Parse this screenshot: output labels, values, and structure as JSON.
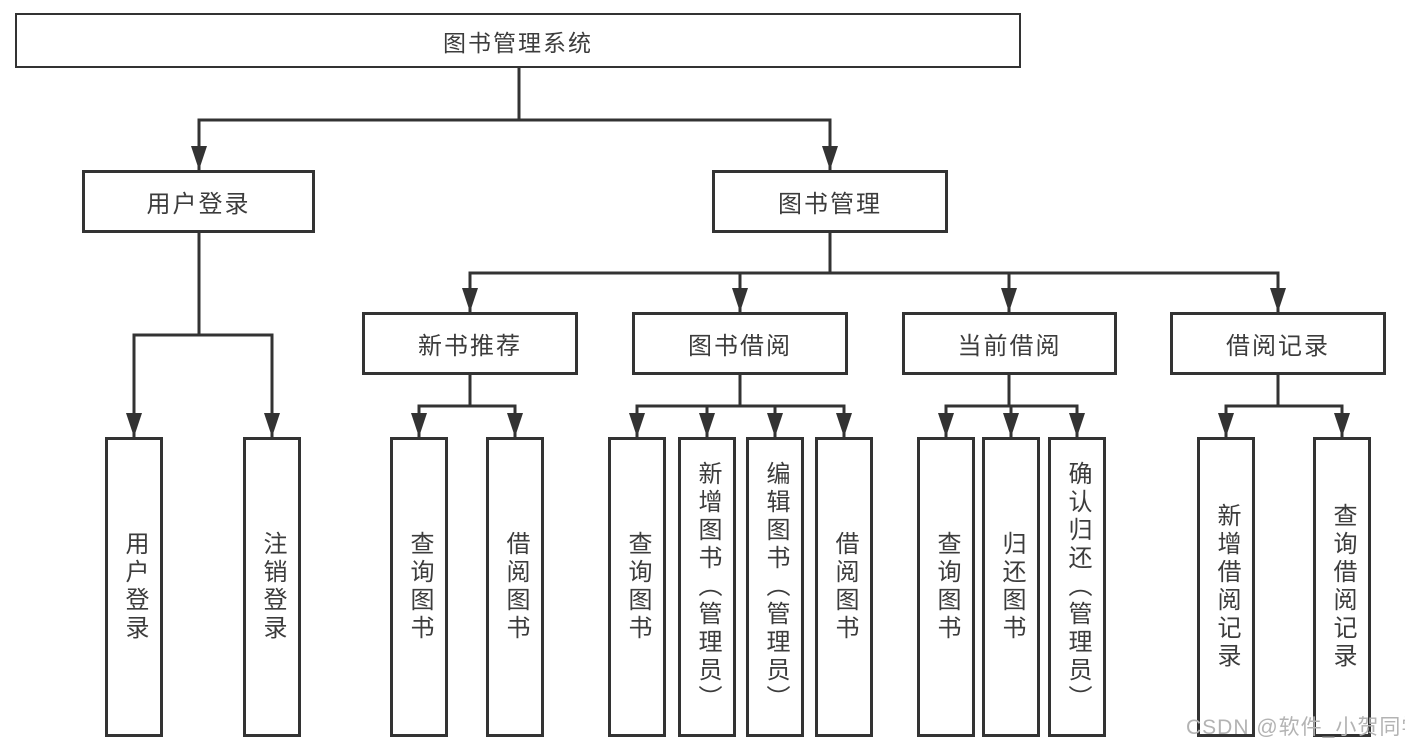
{
  "tree": {
    "label": "图书管理系统",
    "children": [
      {
        "label": "用户登录",
        "children": [
          {
            "label": "用户登录"
          },
          {
            "label": "注销登录"
          }
        ]
      },
      {
        "label": "图书管理",
        "children": [
          {
            "label": "新书推荐",
            "children": [
              {
                "label": "查询图书"
              },
              {
                "label": "借阅图书"
              }
            ]
          },
          {
            "label": "图书借阅",
            "children": [
              {
                "label": "查询图书"
              },
              {
                "label": "新增图书（管理员）"
              },
              {
                "label": "编辑图书（管理员）"
              },
              {
                "label": "借阅图书"
              }
            ]
          },
          {
            "label": "当前借阅",
            "children": [
              {
                "label": "查询图书"
              },
              {
                "label": "归还图书"
              },
              {
                "label": "确认归还（管理员）"
              }
            ]
          },
          {
            "label": "借阅记录",
            "children": [
              {
                "label": "新增借阅记录"
              },
              {
                "label": "查询借阅记录"
              }
            ]
          }
        ]
      }
    ]
  },
  "watermark": "CSDN @软件_小贺同学",
  "colors": {
    "line": "#333333",
    "text": "#3c3c3c",
    "watermark": "#b3b3b3",
    "background": "#ffffff"
  }
}
